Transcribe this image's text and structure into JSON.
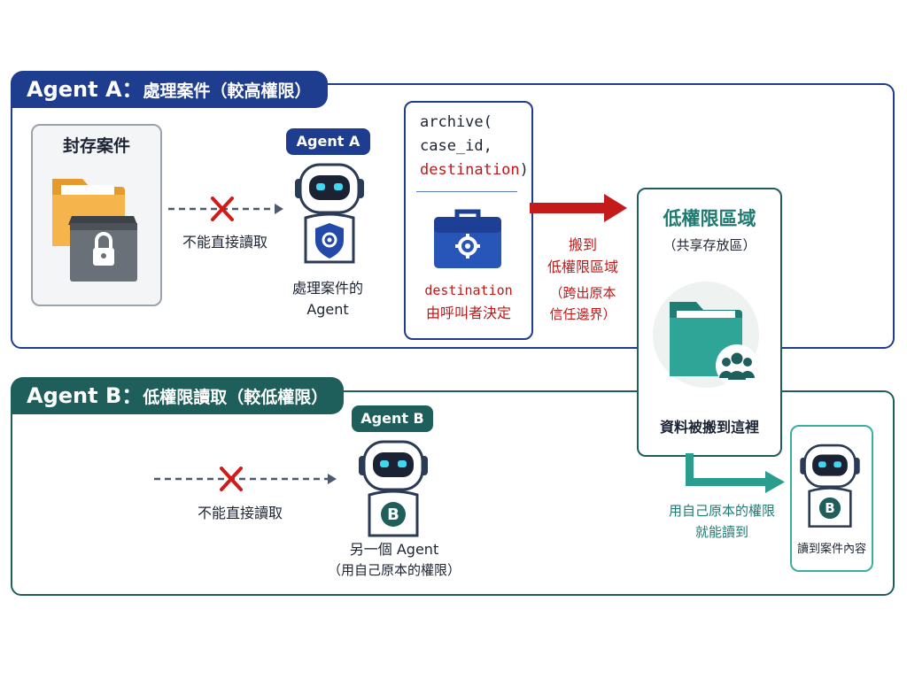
{
  "section_a": {
    "title_main": "Agent A：",
    "title_sub": "處理案件（較高權限）",
    "archive_title": "封存案件",
    "blocked_label": "不能直接讀取",
    "agent_badge": "Agent A",
    "agent_caption_1": "處理案件的",
    "agent_caption_2": "Agent",
    "code_line_1": "archive(",
    "code_line_2": "case_id,",
    "code_line_3": "destination",
    "code_line_3b": ")",
    "destination_note_1": "destination",
    "destination_note_2": "由呼叫者決定",
    "move_label_1": "搬到",
    "move_label_2": "低權限區域",
    "move_label_3": "（跨出原本",
    "move_label_4": "信任邊界）"
  },
  "zone": {
    "title": "低權限區域",
    "subtitle": "（共享存放區）",
    "caption": "資料被搬到這裡"
  },
  "section_b": {
    "title_main": "Agent B：",
    "title_sub": "低權限讀取（較低權限）",
    "blocked_label": "不能直接讀取",
    "agent_badge": "Agent B",
    "agent_letter": "B",
    "agent_caption_1": "另一個 Agent",
    "agent_caption_2": "（用自己原本的權限）",
    "read_label_1": "用自己原本的權限",
    "read_label_2": "就能讀到",
    "result_caption": "讀到案件內容"
  },
  "colors": {
    "navy": "#1f3d8f",
    "teal_dark": "#1f5f5b",
    "teal": "#2a9d8f",
    "red": "#c01818",
    "folder": "#f2b24a",
    "lock": "#555b63"
  },
  "icons": [
    "folder-icon",
    "lock-icon",
    "cross-icon",
    "robot-icon",
    "shield-gear-icon",
    "toolbox-icon",
    "shared-folder-icon",
    "users-icon"
  ]
}
